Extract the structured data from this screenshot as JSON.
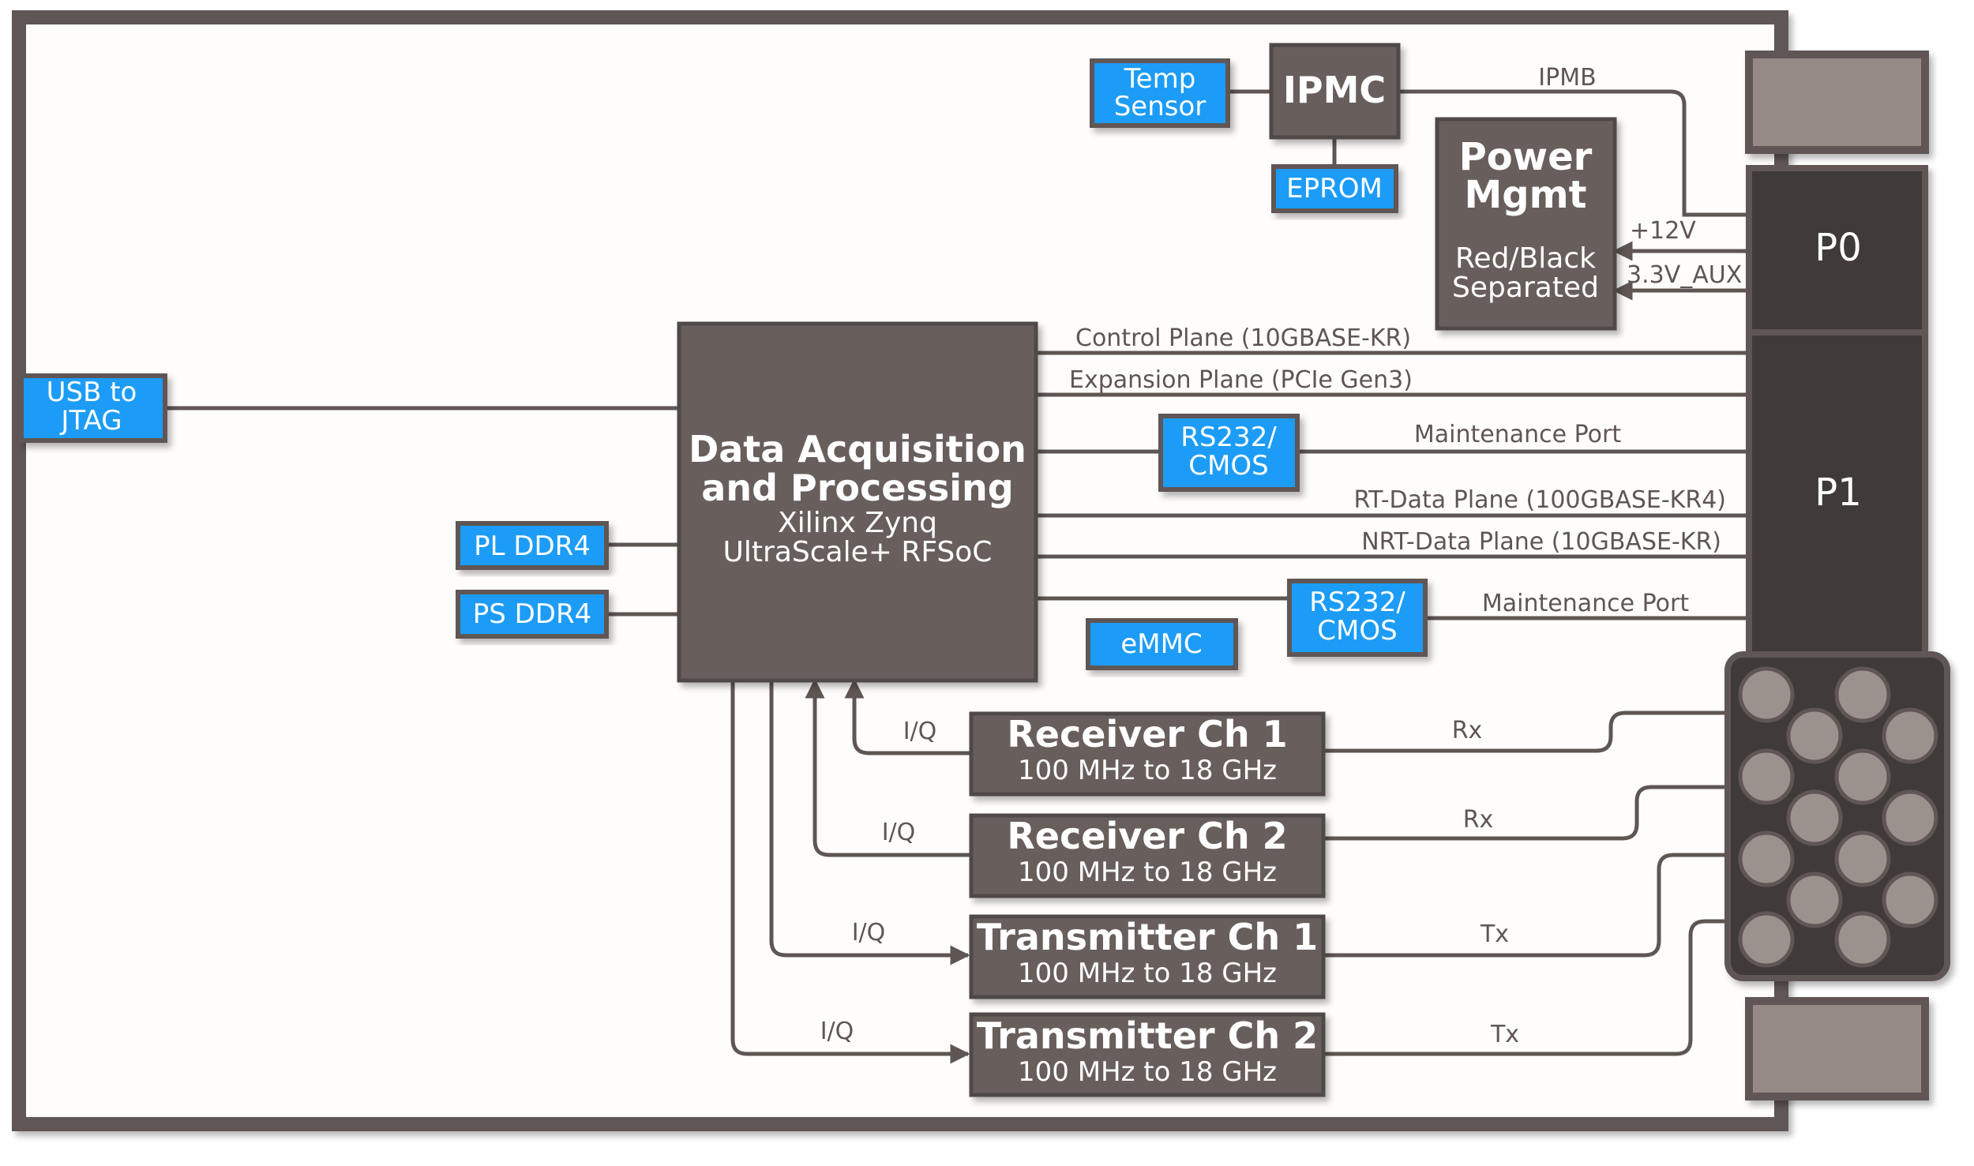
{
  "colors": {
    "board": "#5f5654",
    "box": "#675e5b",
    "blue": "#1e9cf6",
    "dark": "#3f3a38",
    "connector_grey": "#958a86",
    "coax": "#9b918d"
  },
  "blocks": {
    "temp_sensor": [
      "Temp",
      "Sensor"
    ],
    "ipmc": "IPMC",
    "eprom": "EPROM",
    "power": {
      "title": [
        "Power",
        "Mgmt"
      ],
      "sub": [
        "Red/Black",
        "Separated"
      ]
    },
    "usb": [
      "USB to",
      "JTAG"
    ],
    "fpga": {
      "title": [
        "Data Acquisition",
        "and Processing"
      ],
      "sub": [
        "Xilinx Zynq",
        "UltraScale+ RFSoC"
      ]
    },
    "pl_ddr4": "PL DDR4",
    "ps_ddr4": "PS DDR4",
    "rs232_1": [
      "RS232/",
      "CMOS"
    ],
    "rs232_2": [
      "RS232/",
      "CMOS"
    ],
    "emmc": "eMMC",
    "channels": [
      {
        "title": "Receiver Ch 1",
        "sub": "100 MHz to 18 GHz"
      },
      {
        "title": "Receiver Ch 2",
        "sub": "100 MHz to 18 GHz"
      },
      {
        "title": "Transmitter Ch 1",
        "sub": "100 MHz to 18 GHz"
      },
      {
        "title": "Transmitter Ch 2",
        "sub": "100 MHz to 18 GHz"
      }
    ],
    "p0": "P0",
    "p1": "P1"
  },
  "links": {
    "ipmb": "IPMB",
    "v12": "+12V",
    "v33": "3.3V_AUX",
    "control_plane": "Control Plane (10GBASE-KR)",
    "expansion_plane": "Expansion Plane (PCIe Gen3)",
    "maint1": "Maintenance Port",
    "rt_data": "RT-Data Plane (100GBASE-KR4)",
    "nrt_data": "NRT-Data Plane (10GBASE-KR)",
    "maint2": "Maintenance Port",
    "iq": [
      "I/Q",
      "I/Q",
      "I/Q",
      "I/Q"
    ],
    "rf": [
      "Rx",
      "Rx",
      "Tx",
      "Tx"
    ]
  }
}
